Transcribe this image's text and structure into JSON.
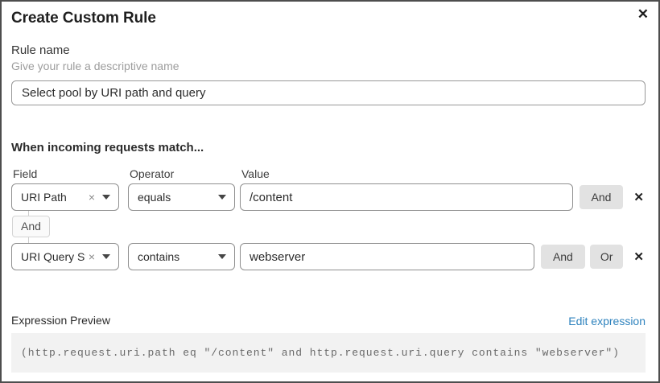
{
  "dialog": {
    "title": "Create Custom Rule",
    "close_icon": "✕"
  },
  "rule_name": {
    "label": "Rule name",
    "helper": "Give your rule a descriptive name",
    "value": "Select pool by URI path and query"
  },
  "conditions": {
    "heading": "When incoming requests match...",
    "columns": {
      "field": "Field",
      "operator": "Operator",
      "value": "Value"
    },
    "joiner": "And",
    "rows": [
      {
        "field": "URI Path",
        "operator": "equals",
        "value": "/content",
        "and_label": "And",
        "clear_icon": "×",
        "delete_icon": "✕"
      },
      {
        "field": "URI Query St...",
        "operator": "contains",
        "value": "webserver",
        "and_label": "And",
        "or_label": "Or",
        "clear_icon": "×",
        "delete_icon": "✕"
      }
    ]
  },
  "expression": {
    "label": "Expression Preview",
    "edit_link": "Edit expression",
    "code": "(http.request.uri.path eq \"/content\" and http.request.uri.query contains \"webserver\")"
  },
  "colors": {
    "link_accent": "#2f83be",
    "button_bg": "#e2e2e2",
    "code_bg": "#f2f2f2",
    "control_border": "#8f8f8f",
    "dialog_border": "#4e4e4e"
  }
}
